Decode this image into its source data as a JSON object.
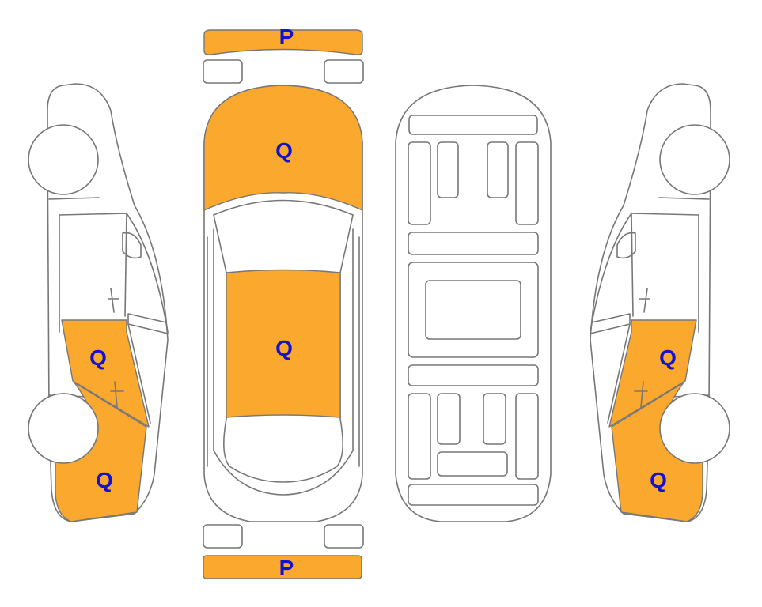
{
  "colors": {
    "damage_fill": "#FBA82E",
    "label_text": "#1212D0",
    "outline": "#777777",
    "background": "#FFFFFF"
  },
  "labels": {
    "front_bumper": "P",
    "rear_bumper": "P",
    "hood": "Q",
    "roof": "Q",
    "left_front_door": "Q",
    "left_front_fender": "Q",
    "right_front_door": "Q",
    "right_front_fender": "Q"
  }
}
